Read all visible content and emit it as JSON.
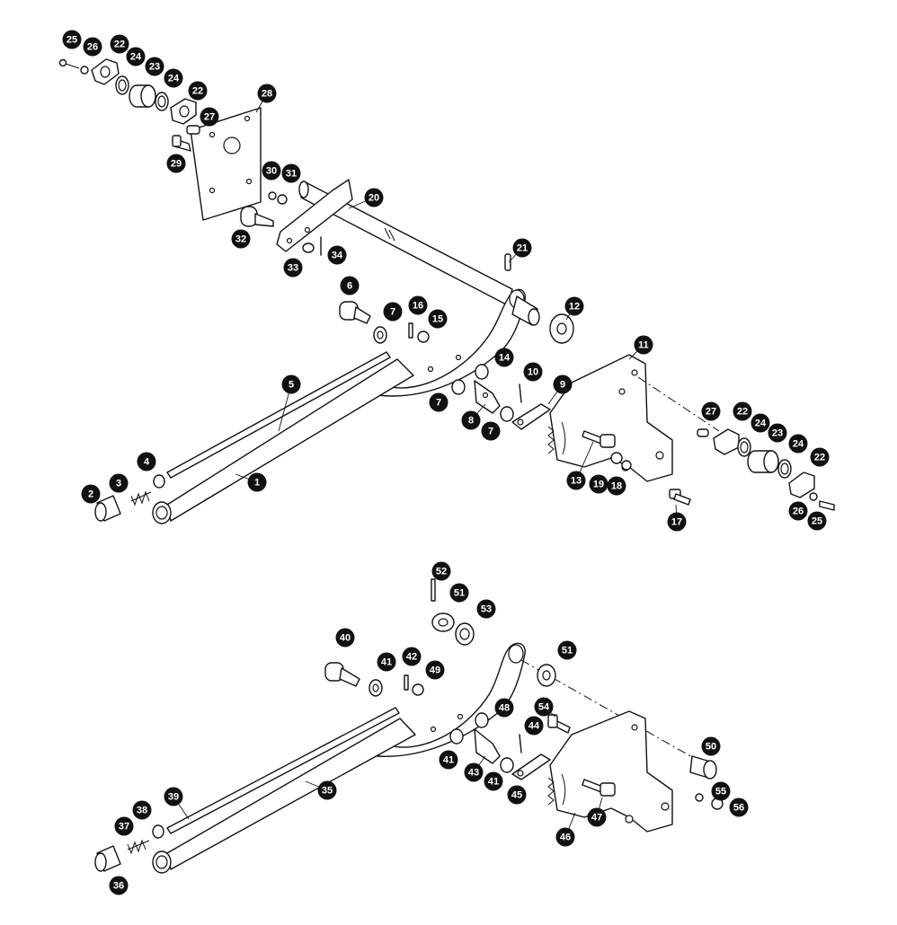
{
  "callouts": [
    {
      "id": "c25a",
      "label": "25"
    },
    {
      "id": "c26a",
      "label": "26"
    },
    {
      "id": "c22a",
      "label": "22"
    },
    {
      "id": "c24a",
      "label": "24"
    },
    {
      "id": "c23a",
      "label": "23"
    },
    {
      "id": "c24b",
      "label": "24"
    },
    {
      "id": "c22b",
      "label": "22"
    },
    {
      "id": "c27a",
      "label": "27"
    },
    {
      "id": "c28",
      "label": "28"
    },
    {
      "id": "c29",
      "label": "29"
    },
    {
      "id": "c30",
      "label": "30"
    },
    {
      "id": "c31",
      "label": "31"
    },
    {
      "id": "c20",
      "label": "20"
    },
    {
      "id": "c32",
      "label": "32"
    },
    {
      "id": "c33",
      "label": "33"
    },
    {
      "id": "c34",
      "label": "34"
    },
    {
      "id": "c21",
      "label": "21"
    },
    {
      "id": "c6",
      "label": "6"
    },
    {
      "id": "c7a",
      "label": "7"
    },
    {
      "id": "c16",
      "label": "16"
    },
    {
      "id": "c15",
      "label": "15"
    },
    {
      "id": "c12",
      "label": "12"
    },
    {
      "id": "c11",
      "label": "11"
    },
    {
      "id": "c14",
      "label": "14"
    },
    {
      "id": "c10",
      "label": "10"
    },
    {
      "id": "c9",
      "label": "9"
    },
    {
      "id": "c5",
      "label": "5"
    },
    {
      "id": "c7b",
      "label": "7"
    },
    {
      "id": "c8",
      "label": "8"
    },
    {
      "id": "c7c",
      "label": "7"
    },
    {
      "id": "c27b",
      "label": "27"
    },
    {
      "id": "c22c",
      "label": "22"
    },
    {
      "id": "c24c",
      "label": "24"
    },
    {
      "id": "c23b",
      "label": "23"
    },
    {
      "id": "c24d",
      "label": "24"
    },
    {
      "id": "c22d",
      "label": "22"
    },
    {
      "id": "c4",
      "label": "4"
    },
    {
      "id": "c3",
      "label": "3"
    },
    {
      "id": "c1",
      "label": "1"
    },
    {
      "id": "c2",
      "label": "2"
    },
    {
      "id": "c13",
      "label": "13"
    },
    {
      "id": "c19",
      "label": "19"
    },
    {
      "id": "c18",
      "label": "18"
    },
    {
      "id": "c17",
      "label": "17"
    },
    {
      "id": "c26b",
      "label": "26"
    },
    {
      "id": "c25b",
      "label": "25"
    },
    {
      "id": "c52",
      "label": "52"
    },
    {
      "id": "c51a",
      "label": "51"
    },
    {
      "id": "c53",
      "label": "53"
    },
    {
      "id": "c40",
      "label": "40"
    },
    {
      "id": "c41a",
      "label": "41"
    },
    {
      "id": "c42",
      "label": "42"
    },
    {
      "id": "c49",
      "label": "49"
    },
    {
      "id": "c51b",
      "label": "51"
    },
    {
      "id": "c54",
      "label": "54"
    },
    {
      "id": "c48",
      "label": "48"
    },
    {
      "id": "c44",
      "label": "44"
    },
    {
      "id": "c50",
      "label": "50"
    },
    {
      "id": "c41b",
      "label": "41"
    },
    {
      "id": "c43",
      "label": "43"
    },
    {
      "id": "c41c",
      "label": "41"
    },
    {
      "id": "c45",
      "label": "45"
    },
    {
      "id": "c35",
      "label": "35"
    },
    {
      "id": "c39",
      "label": "39"
    },
    {
      "id": "c38",
      "label": "38"
    },
    {
      "id": "c37",
      "label": "37"
    },
    {
      "id": "c36",
      "label": "36"
    },
    {
      "id": "c47",
      "label": "47"
    },
    {
      "id": "c46",
      "label": "46"
    },
    {
      "id": "c55",
      "label": "55"
    },
    {
      "id": "c56",
      "label": "56"
    }
  ]
}
